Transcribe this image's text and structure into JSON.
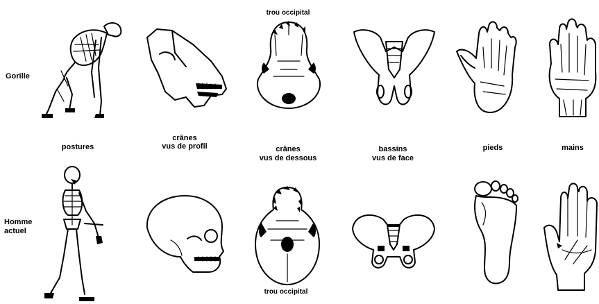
{
  "row_labels": {
    "gorilla": "Gorille",
    "human_line1": "Homme",
    "human_line2": "actuel"
  },
  "column_labels": {
    "postures": "postures",
    "cranes_profil_line1": "crânes",
    "cranes_profil_line2": "vus de profil",
    "cranes_dessous_line1": "crânes",
    "cranes_dessous_line2": "vus de dessous",
    "bassins_line1": "bassins",
    "bassins_line2": "vus de face",
    "pieds": "pieds",
    "mains": "mains"
  },
  "annotations": {
    "trou_occipital_top": "trou occipital",
    "trou_occipital_bottom": "trou occipital"
  },
  "icons": [
    "gorilla-skeleton-icon",
    "gorilla-skull-profile-icon",
    "gorilla-skull-base-icon",
    "gorilla-pelvis-icon",
    "gorilla-foot-icon",
    "gorilla-hand-icon",
    "human-skeleton-icon",
    "human-skull-profile-icon",
    "human-skull-base-icon",
    "human-pelvis-icon",
    "human-foot-icon",
    "human-hand-icon"
  ]
}
